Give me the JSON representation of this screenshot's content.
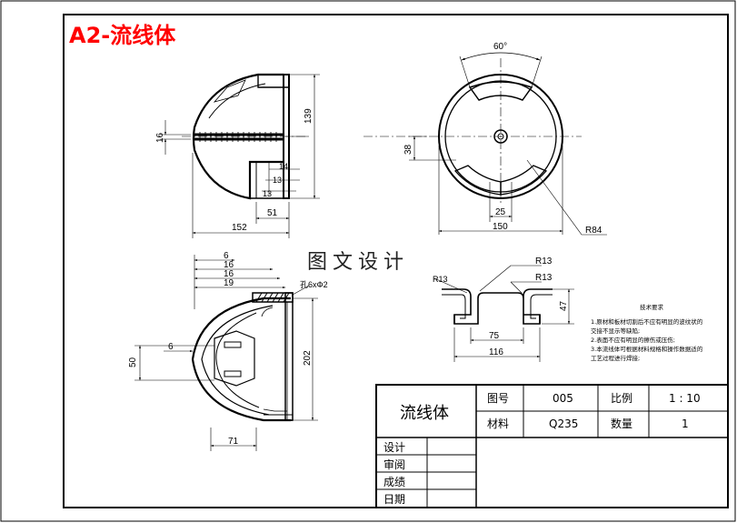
{
  "sheet_title": "A2-流线体",
  "watermark": "图文设计",
  "dimensions": {
    "front_139": "139",
    "front_16": "16",
    "front_14": "14",
    "front_13a": "13",
    "front_13b": "13",
    "front_51": "51",
    "front_152": "152",
    "side_60": "60°",
    "side_38": "38",
    "side_25": "25",
    "side_150": "150",
    "side_r84": "R84",
    "sec_6": "6",
    "sec_16a": "16",
    "sec_16b": "16",
    "sec_19": "19",
    "sec_hole": "孔6xΦ2",
    "sec_6b": "6",
    "sec_50": "50",
    "sec_202": "202",
    "sec_71": "71",
    "prof_r13a": "R13",
    "prof_r13b": "R13",
    "prof_r13c": "R13",
    "prof_47": "47",
    "prof_75": "75",
    "prof_116": "116"
  },
  "tech_notes": {
    "heading": "技术要求",
    "lines": [
      "1.原材和板材切割后不应有明显的波纹状的",
      "  交接不显示等缺陷;",
      "2.表面不应有明显的擦伤或压伤;",
      "3.本流线体可根据材料规格和操作数据适的",
      "  工艺过程进行焊接;"
    ]
  },
  "title_block": {
    "part_name": "流线体",
    "drawing_no_label": "图号",
    "drawing_no": "005",
    "scale_label": "比例",
    "scale": "1 : 10",
    "material_label": "材料",
    "material": "Q235",
    "quantity_label": "数量",
    "quantity": "1",
    "design_label": "设计",
    "review_label": "审阅",
    "grade_label": "成绩",
    "date_label": "日期"
  }
}
